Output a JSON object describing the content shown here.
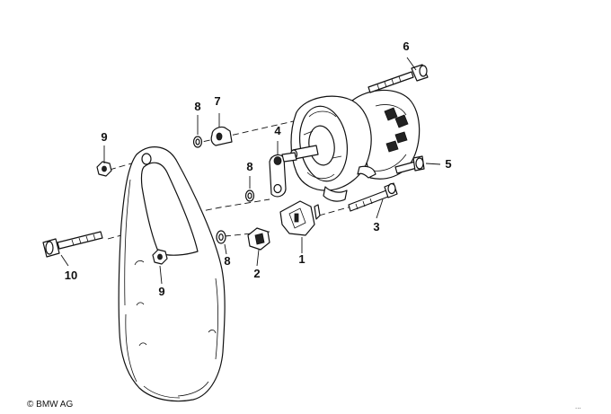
{
  "callouts": {
    "c1": "1",
    "c2": "2",
    "c3": "3",
    "c4": "4",
    "c5": "5",
    "c6": "6",
    "c7": "7",
    "c8a": "8",
    "c8b": "8",
    "c8c": "8",
    "c9a": "9",
    "c9b": "9",
    "c10": "10"
  },
  "footer": {
    "copyright": "© BMW AG",
    "reference": "..."
  }
}
